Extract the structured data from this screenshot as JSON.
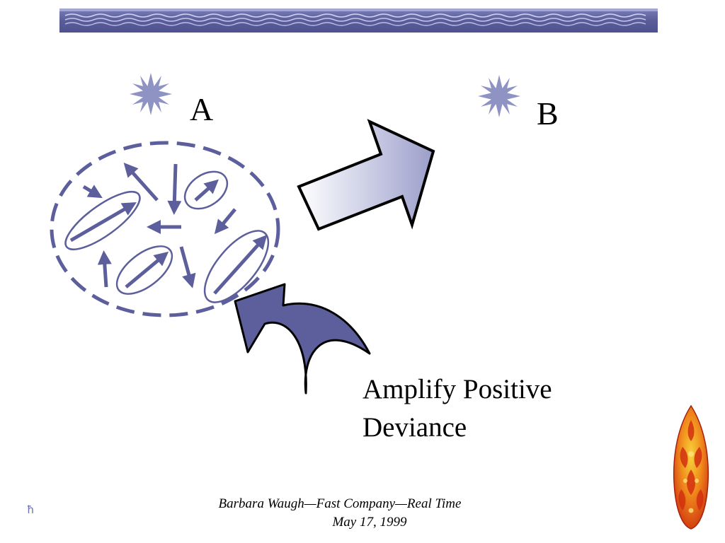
{
  "labels": {
    "state_a": "A",
    "state_b": "B"
  },
  "caption": {
    "line1": "Amplify Positive",
    "line2": "Deviance"
  },
  "footer": {
    "line1": "Barbara Waugh—Fast Company—Real  Time",
    "line2": "May 17, 1999"
  },
  "nav_mark": "ħ",
  "colors": {
    "accent": "#5c5f9c",
    "banner_dark": "#5a5d98",
    "banner_wave": "#c4c8ef",
    "star": "#8f93c4"
  },
  "icons": {
    "banner": "wave-banner",
    "stars": "burst-star-icon",
    "corner": "flame-ornament"
  }
}
